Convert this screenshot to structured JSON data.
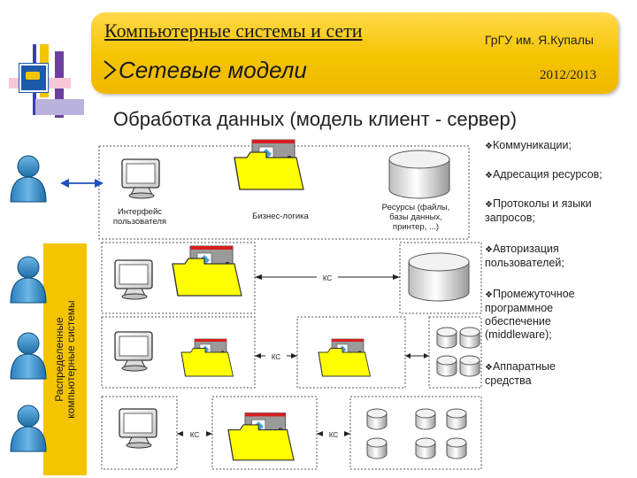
{
  "header": {
    "course_title": "Компьютерные системы и сети",
    "university": "ГрГУ им. Я.Купалы",
    "section_title": "Сетевые модели",
    "years": "2012/2013"
  },
  "page": {
    "heading": "Обработка данных (модель клиент - сервер)"
  },
  "diagram": {
    "labels": {
      "interface": [
        "Интерфейс",
        "пользователя"
      ],
      "business_logic": "Бизнес-логика",
      "resources": [
        "Ресурсы (файлы,",
        "базы данных,",
        "принтер, ...)"
      ]
    },
    "side_label": [
      "Распределенные",
      "компьютерные системы"
    ],
    "ks_label": "КС"
  },
  "bullets": [
    {
      "text": "Коммуникации;"
    },
    {
      "text": "Адресация ресурсов;"
    },
    {
      "text": "Протоколы и языки запросов;"
    },
    {
      "text": "Авторизация пользователей;"
    },
    {
      "text": "Промежуточное программное обеспечение (middleware);"
    },
    {
      "text": "Аппаратные средства"
    }
  ],
  "colors": {
    "header_yellow": "#f5c400",
    "folder_yellow": "#ffff00",
    "user_blue": "#1f6fa8",
    "arrow_blue": "#1f4fbf",
    "doc_red": "#d81e1e"
  }
}
